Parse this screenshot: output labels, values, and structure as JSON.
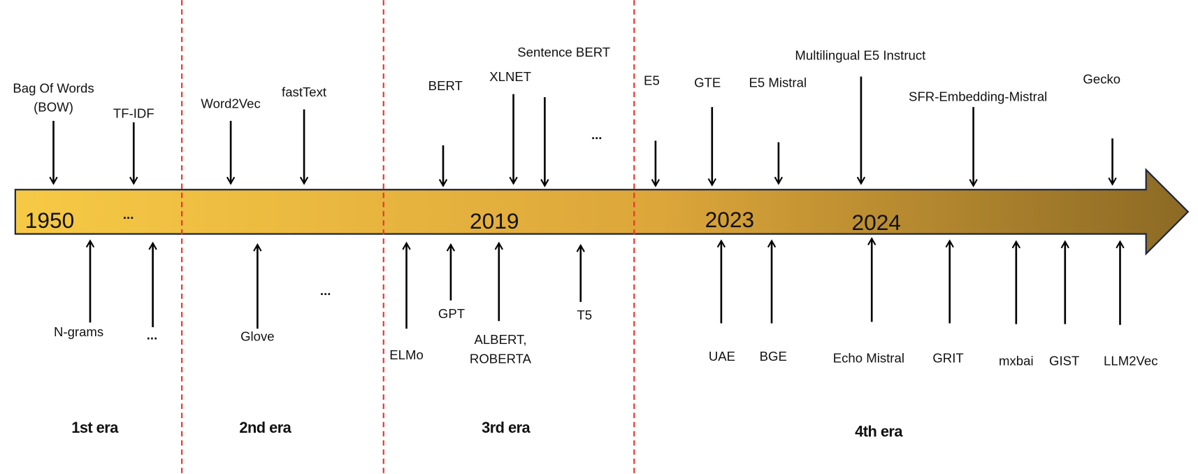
{
  "colors": {
    "bar_start": "#f6c945",
    "bar_mid": "#dca63a",
    "bar_end": "#8c6a24",
    "bar_border": "#1c2540",
    "divider": "#e8352b"
  },
  "years": [
    "1950",
    "...",
    "2019",
    "2023",
    "2024"
  ],
  "eras": [
    "1st era",
    "2nd era",
    "3rd era",
    "4th era"
  ],
  "above": [
    {
      "label": [
        "Bag Of Words",
        "(BOW)"
      ]
    },
    {
      "label": [
        "TF-IDF"
      ]
    },
    {
      "label": [
        "Word2Vec"
      ]
    },
    {
      "label": [
        "fastText"
      ]
    },
    {
      "label": [
        "BERT"
      ]
    },
    {
      "label": [
        "XLNET"
      ]
    },
    {
      "label": [
        "Sentence BERT"
      ]
    },
    {
      "label": [
        "..."
      ]
    },
    {
      "label": [
        "E5"
      ]
    },
    {
      "label": [
        "GTE"
      ]
    },
    {
      "label": [
        "E5 Mistral"
      ]
    },
    {
      "label": [
        "Multilingual E5 Instruct"
      ]
    },
    {
      "label": [
        "SFR-Embedding-Mistral"
      ]
    },
    {
      "label": [
        "Gecko"
      ]
    }
  ],
  "below": [
    {
      "label": [
        "N-grams"
      ]
    },
    {
      "label": [
        "..."
      ]
    },
    {
      "label": [
        "Glove"
      ]
    },
    {
      "label": [
        "..."
      ]
    },
    {
      "label": [
        "ELMo"
      ]
    },
    {
      "label": [
        "GPT"
      ]
    },
    {
      "label": [
        "ALBERT,",
        "ROBERTA"
      ]
    },
    {
      "label": [
        "T5"
      ]
    },
    {
      "label": [
        "UAE"
      ]
    },
    {
      "label": [
        "BGE"
      ]
    },
    {
      "label": [
        "Echo Mistral"
      ]
    },
    {
      "label": [
        "GRIT"
      ]
    },
    {
      "label": [
        "mxbai"
      ]
    },
    {
      "label": [
        "GIST"
      ]
    },
    {
      "label": [
        "LLM2Vec"
      ]
    }
  ]
}
